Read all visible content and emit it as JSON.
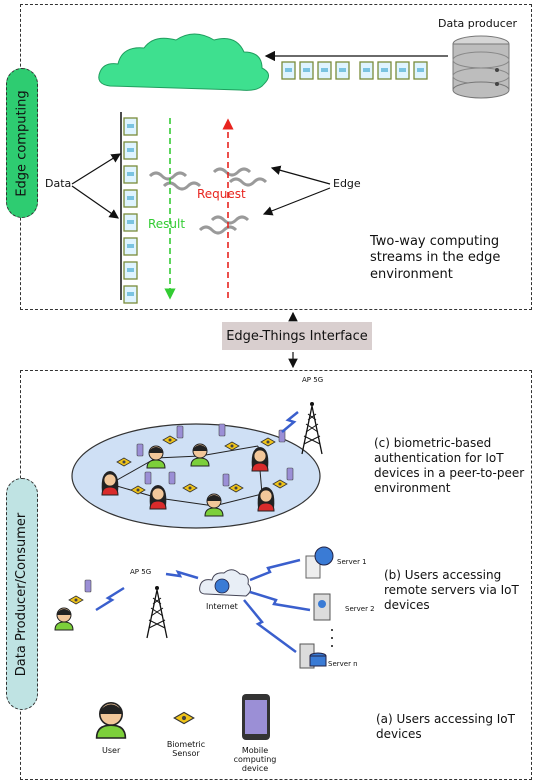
{
  "top": {
    "side_label": "Edge computing",
    "data_producer": "Data producer",
    "data": "Data",
    "edge": "Edge",
    "result": "Result",
    "request": "Request",
    "description": "Two-way computing streams in the edge environment"
  },
  "interface": "Edge-Things Interface",
  "bottom": {
    "side_label": "Data Producer/Consumer",
    "ap_top": "AP 5G",
    "ap_left": "AP 5G",
    "internet": "Internet",
    "server1": "Server 1",
    "server2": "Server 2",
    "servern": "Server n",
    "caption_c": "(c) biometric-based authentication for IoT devices in a peer-to-peer environment",
    "caption_b": "(b) Users accessing remote servers via IoT devices",
    "caption_a": "(a) Users accessing IoT devices",
    "legend_user": "User",
    "legend_sensor": "Biometric Sensor",
    "legend_device": "Mobile computing device"
  },
  "colors": {
    "cloud": "#3ee08f",
    "edge_green": "#2ecc71",
    "request": "#e8241f",
    "result": "#33cc33",
    "wireless": "#3a5fcd",
    "ellipse": "#cfe0f5",
    "side_bottom": "#bfe3e3"
  }
}
